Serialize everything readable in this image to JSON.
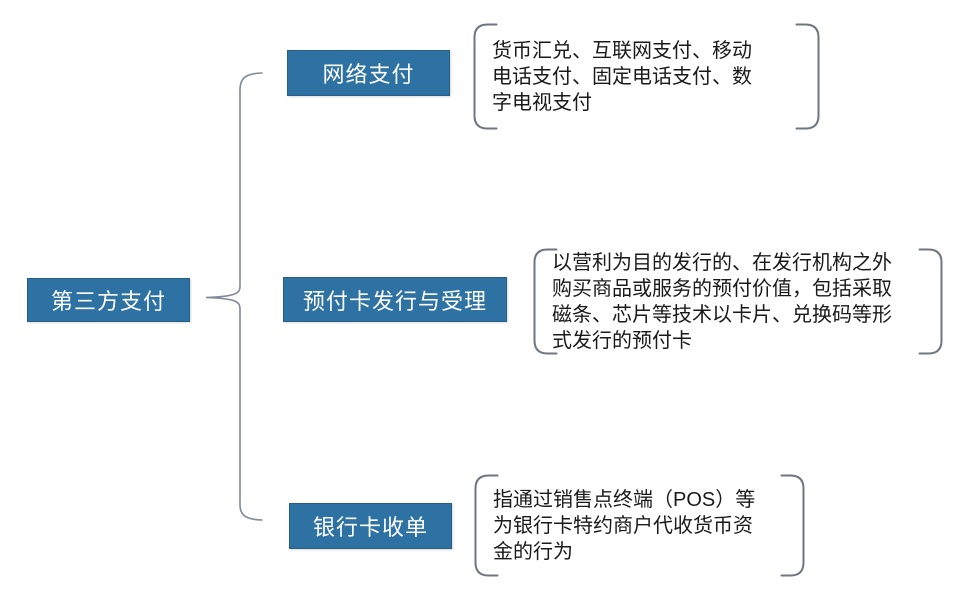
{
  "diagram": {
    "title_hint": "third-party-payment-classification",
    "root": {
      "label": "第三方支付"
    },
    "branches": [
      {
        "label": "网络支付",
        "desc_lines": {
          "0": "货币汇兑、互联网支付、移动",
          "1": "电话支付、固定电话支付、数",
          "2": "字电视支付"
        }
      },
      {
        "label": "预付卡发行与受理",
        "desc_lines": {
          "0": "以营利为目的发行的、在发行机构之外",
          "1": "购买商品或服务的预付价值，包括采取",
          "2": "磁条、芯片等技术以卡片、兑换码等形",
          "3": "式发行的预付卡"
        }
      },
      {
        "label": "银行卡收单",
        "desc_lines": {
          "0": "指通过销售点终端（POS）等",
          "1": "为银行卡特约商户代收货币资",
          "2": "金的行为"
        }
      }
    ],
    "colors": {
      "node_fill": "#2E71A3",
      "node_border": "#265E88",
      "node_text": "#FFFFFF",
      "line": "#7E8A99",
      "bracket": "#6E7680",
      "desc_text": "#1A1A1A",
      "background": "#FFFFFF"
    }
  }
}
